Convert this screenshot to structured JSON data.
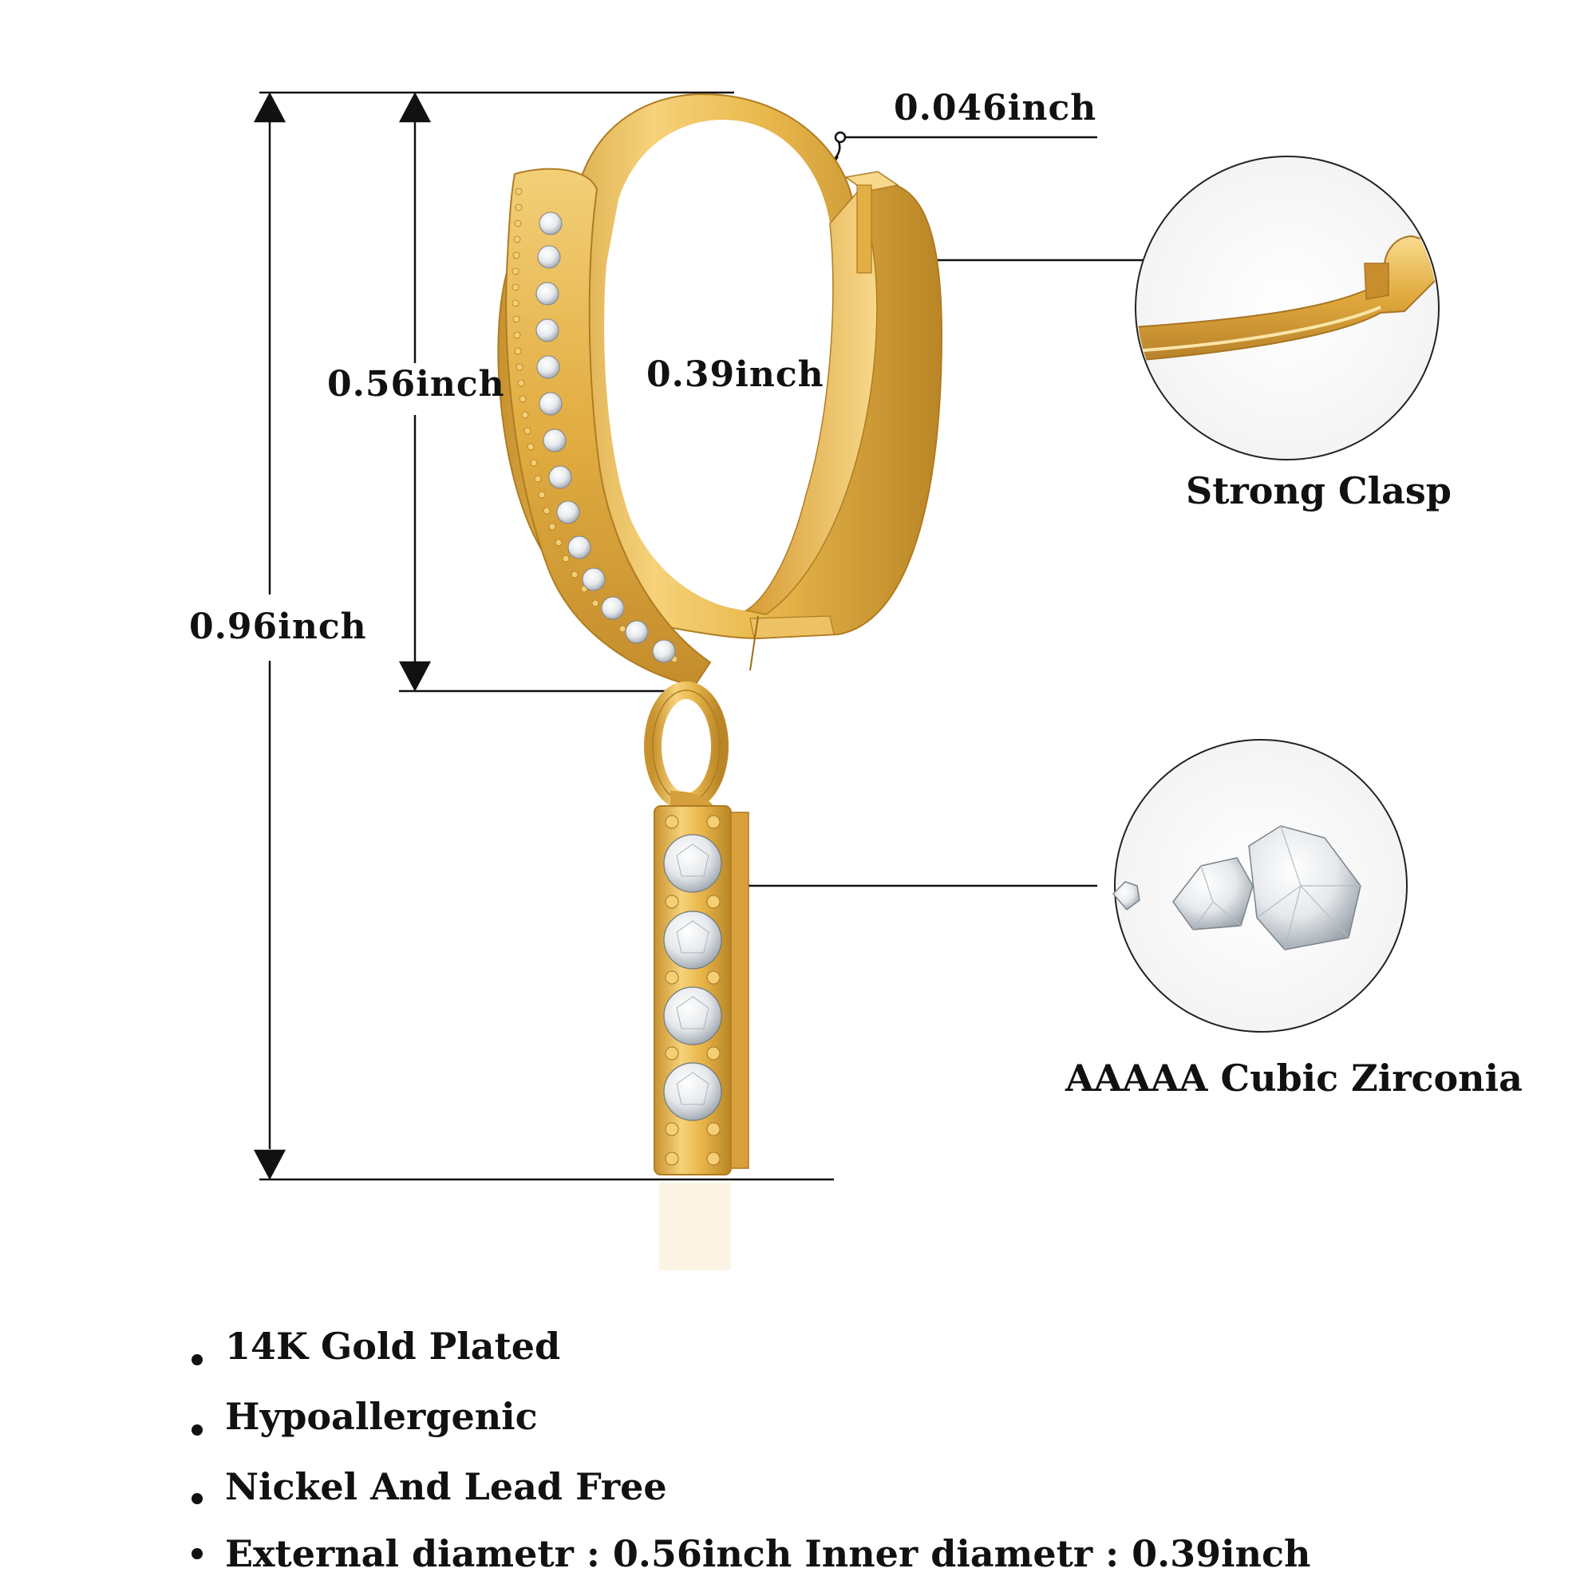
{
  "dimensions": {
    "total_height": "0.96inch",
    "external_diameter": "0.56inch",
    "inner_diameter": "0.39inch",
    "thickness": "0.046inch"
  },
  "callouts": {
    "clasp": "Strong Clasp",
    "stones": "AAAAA Cubic Zirconia"
  },
  "features": [
    "14K Gold Plated",
    "Hypoallergenic",
    "Nickel And Lead Free",
    "External diametr : 0.56inch Inner diametr : 0.39inch"
  ],
  "colors": {
    "gold": "#e8b84a",
    "gold_dark": "#b8862a",
    "gold_light": "#fbe3a0",
    "line": "#111111"
  }
}
